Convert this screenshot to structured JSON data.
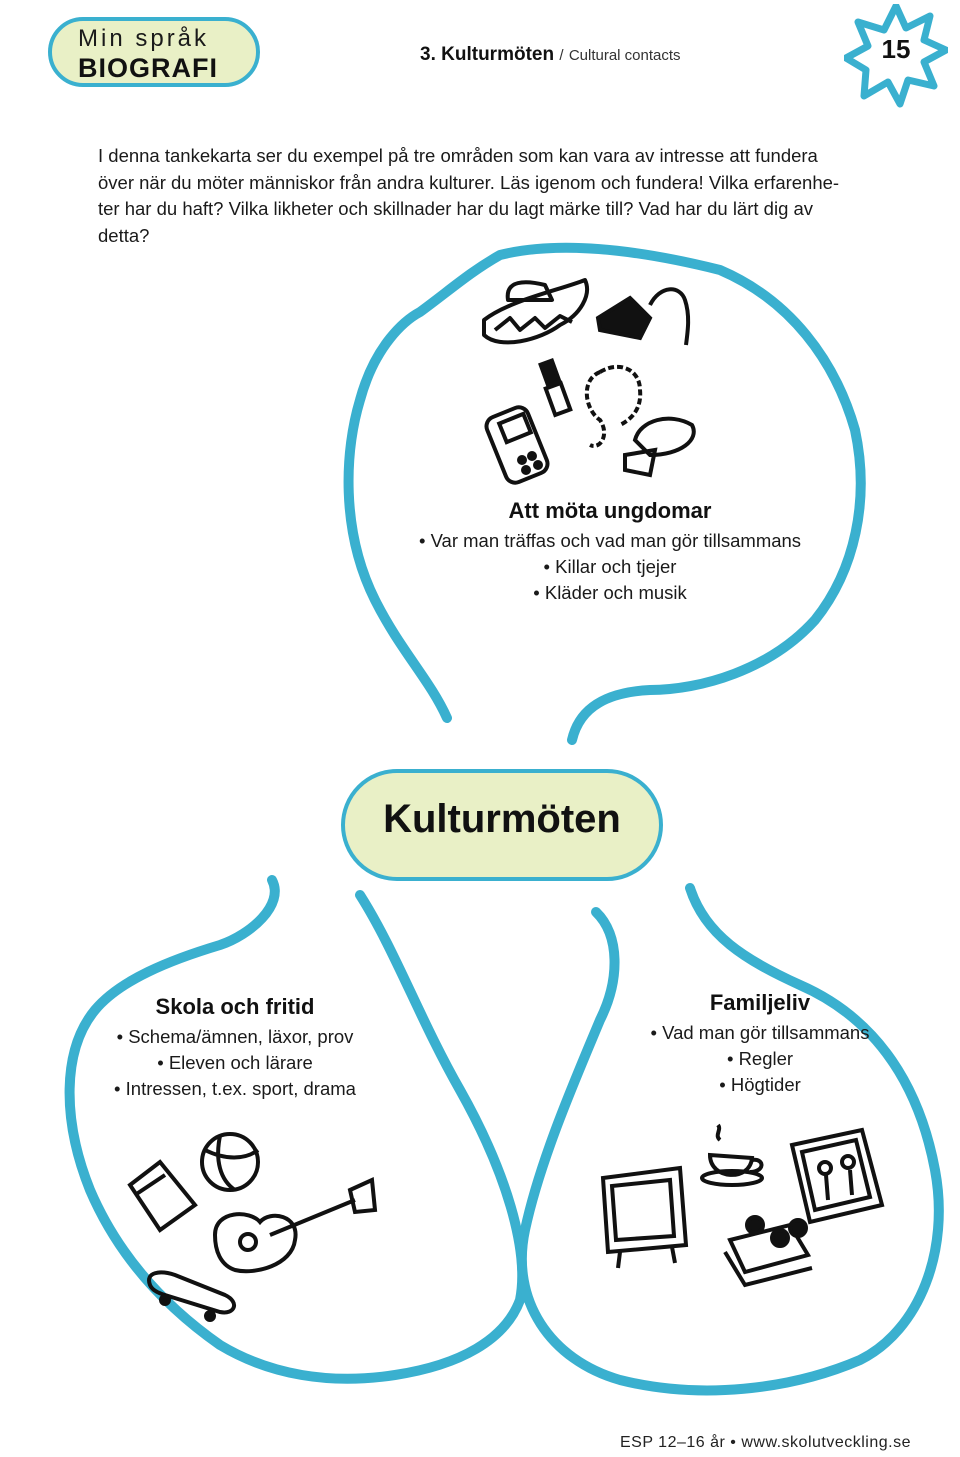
{
  "header": {
    "logo_top": "Min språk",
    "logo_bottom": "BIOGRAFI",
    "chapter_number": "3.",
    "chapter_title": "Kulturmöten",
    "chapter_separator": "/",
    "chapter_subtitle": "Cultural contacts",
    "page_number": "15"
  },
  "intro": {
    "lines": [
      "I denna tankekarta ser du exempel på tre områden som kan vara av intresse att fundera",
      "över när du möter människor från andra kulturer. Läs igenom och fundera! Vilka erfarenhe-",
      "ter har du haft? Vilka likheter och skillnader har du lagt märke till? Vad har du lärt dig av",
      "detta?"
    ]
  },
  "mindmap": {
    "center": "Kulturmöten",
    "top": {
      "heading": "Att möta ungdomar",
      "items": [
        "Var man träffas och vad man gör tillsammans",
        "Killar och tjejer",
        "Kläder och musik"
      ],
      "icons": [
        "sombrero-icon",
        "bag-icon",
        "mobile-phone-icon",
        "lipstick-icon",
        "necklace-icon",
        "cap-icon"
      ]
    },
    "left": {
      "heading": "Skola och fritid",
      "items": [
        "Schema/ämnen, läxor, prov",
        "Eleven och lärare",
        "Intressen, t.ex. sport, drama"
      ],
      "icons": [
        "book-icon",
        "ball-icon",
        "guitar-icon",
        "skateboard-icon"
      ]
    },
    "right": {
      "heading": "Familjeliv",
      "items": [
        "Vad man gör tillsammans",
        "Regler",
        "Högtider"
      ],
      "icons": [
        "tv-icon",
        "coffee-cup-icon",
        "cake-icon",
        "family-photo-icon"
      ]
    },
    "colors": {
      "outline": "#3ab0cf",
      "fill_label": "#e9f0c6",
      "star": "#3ab0cf"
    }
  },
  "footer": {
    "text": "ESP 12–16 år • www.skolutveckling.se"
  }
}
